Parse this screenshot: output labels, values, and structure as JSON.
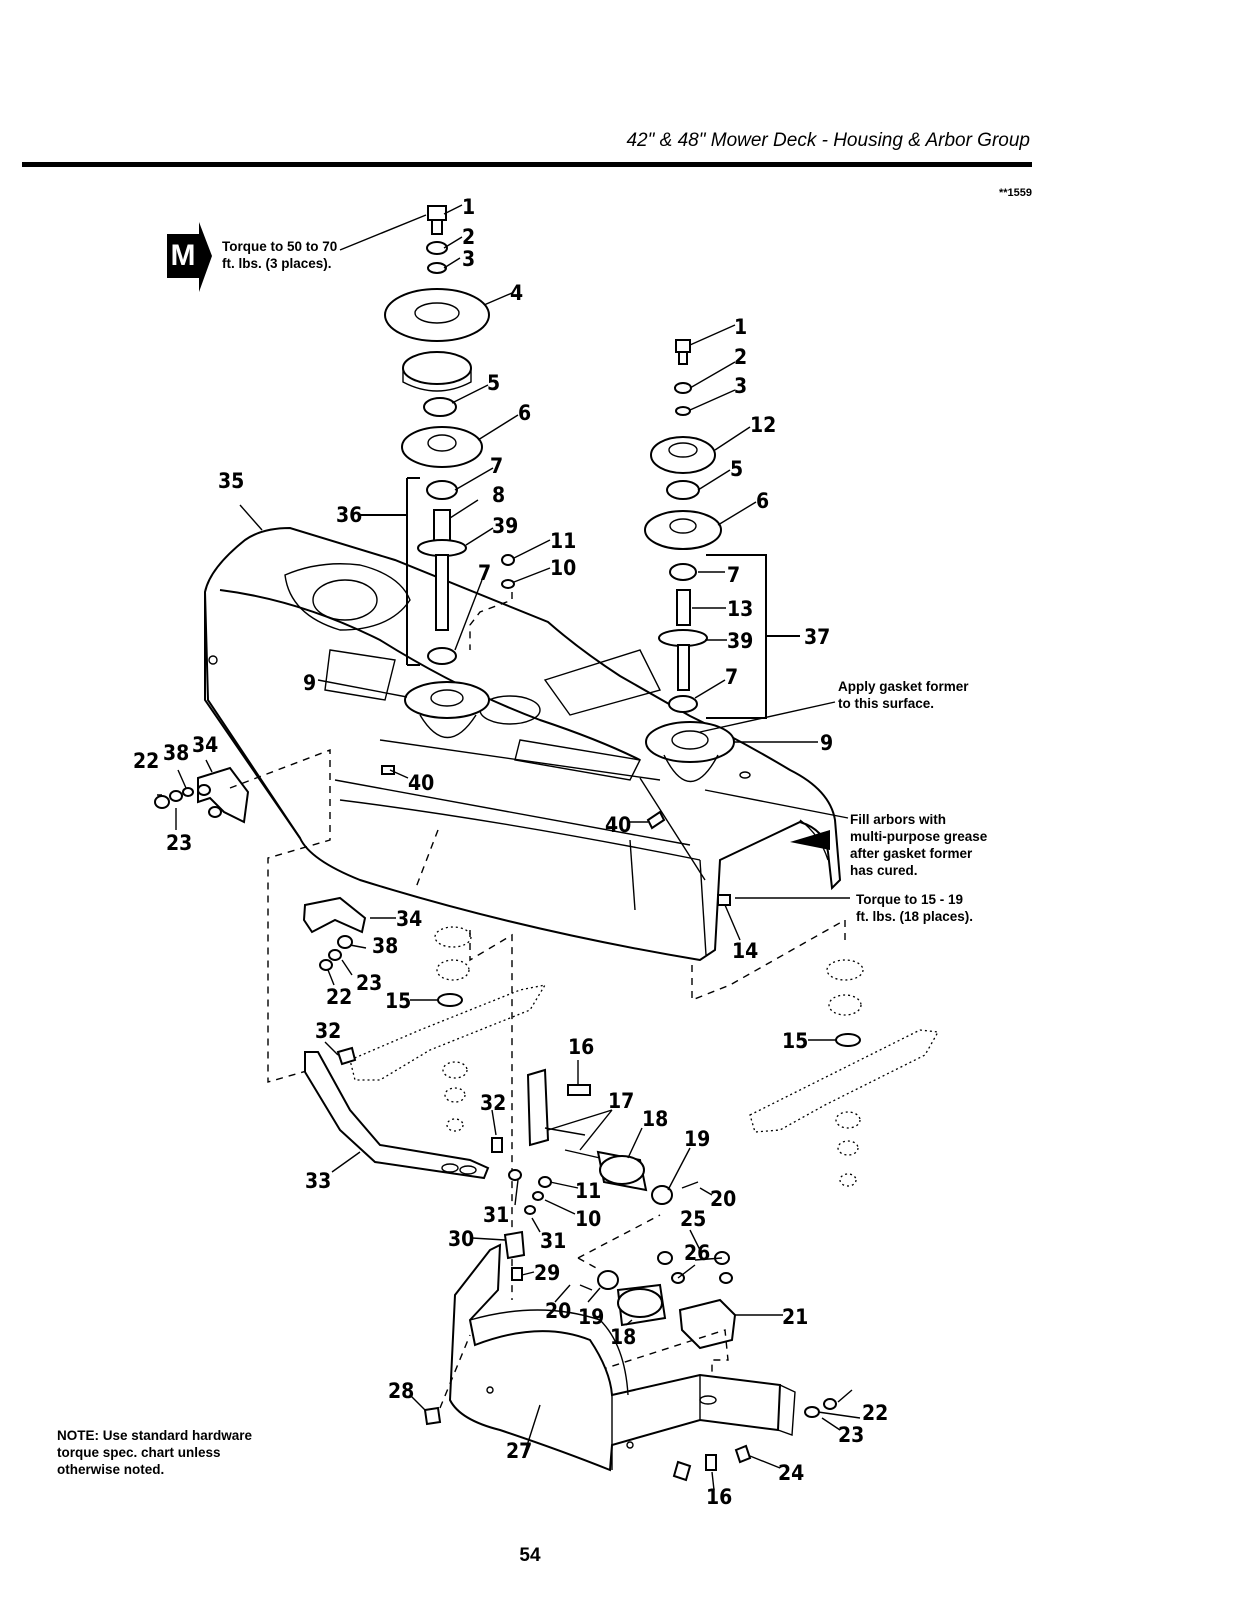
{
  "header": {
    "title": "42\" & 48\" Mower Deck - Housing & Arbor Group",
    "code": "**1559"
  },
  "maintenance_badge": "M",
  "notes": {
    "torque_top": [
      "Torque to 50 to 70",
      "ft. lbs. (3 places)."
    ],
    "gasket": [
      "Apply gasket former",
      "to this surface."
    ],
    "grease": [
      "Fill arbors with",
      "multi-purpose grease",
      "after gasket former",
      "has cured."
    ],
    "torque_right": [
      "Torque to 15 - 19",
      "ft. lbs. (18 places)."
    ],
    "bottom": [
      "NOTE: Use standard hardware",
      "torque spec. chart unless",
      "otherwise noted."
    ]
  },
  "callouts": {
    "c1a": "1",
    "c2a": "2",
    "c3a": "3",
    "c4": "4",
    "c5a": "5",
    "c6a": "6",
    "c7a": "7",
    "c8": "8",
    "c39a": "39",
    "c11a": "11",
    "c10a": "10",
    "c7b": "7",
    "c36": "36",
    "c35": "35",
    "c9a": "9",
    "c1b": "1",
    "c2b": "2",
    "c3b": "3",
    "c12": "12",
    "c5b": "5",
    "c6b": "6",
    "c7c": "7",
    "c13": "13",
    "c39b": "39",
    "c37": "37",
    "c7d": "7",
    "c9b": "9",
    "c22a": "22",
    "c38a": "38",
    "c34a": "34",
    "c23a": "23",
    "c40a": "40",
    "c40b": "40",
    "c34b": "34",
    "c38b": "38",
    "c23b": "23",
    "c22b": "22",
    "c15a": "15",
    "c14": "14",
    "c15b": "15",
    "c32a": "32",
    "c16a": "16",
    "c17": "17",
    "c18a": "18",
    "c19a": "19",
    "c32b": "32",
    "c33": "33",
    "c11b": "11",
    "c10b": "10",
    "c20a": "20",
    "c25": "25",
    "c31a": "31",
    "c31b": "31",
    "c30": "30",
    "c26": "26",
    "c29": "29",
    "c20b": "20",
    "c19b": "19",
    "c18b": "18",
    "c21": "21",
    "c28": "28",
    "c22c": "22",
    "c23c": "23",
    "c27": "27",
    "c24": "24",
    "c16b": "16"
  },
  "page_number": "54"
}
